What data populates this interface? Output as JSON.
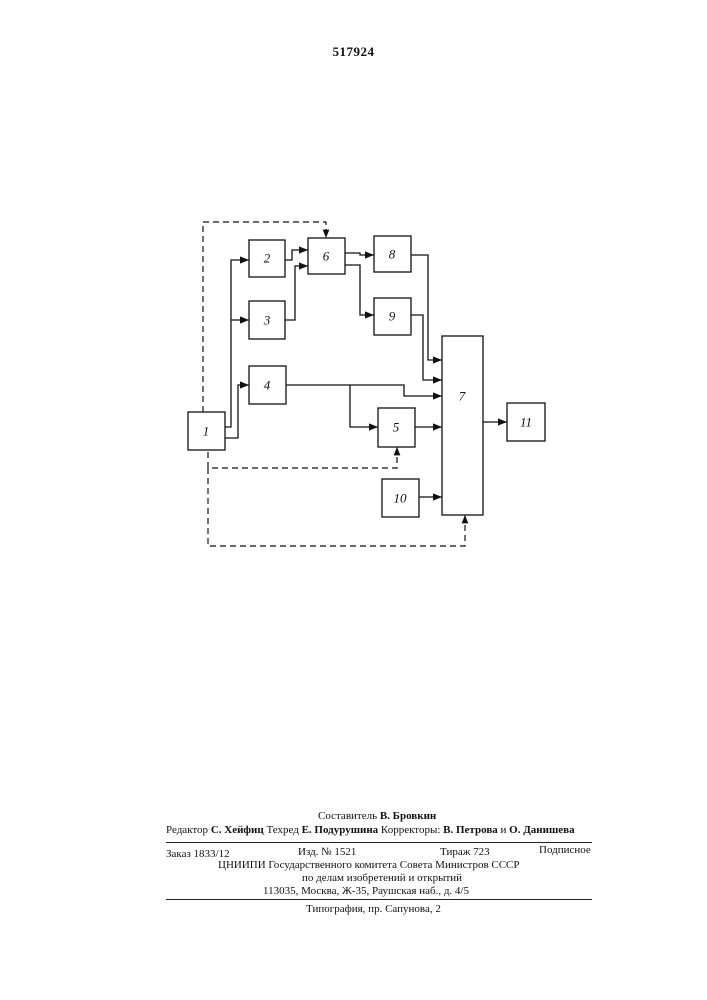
{
  "page_number": "517924",
  "diagram": {
    "blocks": [
      "1",
      "2",
      "3",
      "4",
      "5",
      "6",
      "7",
      "8",
      "9",
      "10",
      "11"
    ]
  },
  "footer": {
    "compiler_label": "Составитель",
    "compiler_name": "В. Бровкин",
    "editor_label": "Редактор",
    "editor_name": "С. Хейфиц",
    "techred_label": "Техред",
    "techred_name": "Е. Подурушина",
    "correctors_label": "Корректоры:",
    "correctors_names": "В. Петрова",
    "correctors_and": "и",
    "correctors_name2": "О. Данишева",
    "order": "Заказ 1833/12",
    "edition": "Изд. № 1521",
    "print_run": "Тираж 723",
    "subscription": "Подписное",
    "org_line1": "ЦНИИПИ Государственного комитета Совета Министров СССР",
    "org_line2": "по делам изобретений и открытий",
    "address": "113035, Москва, Ж-35, Раушская наб., д. 4/5",
    "printing": "Типография, пр. Сапунова, 2"
  }
}
